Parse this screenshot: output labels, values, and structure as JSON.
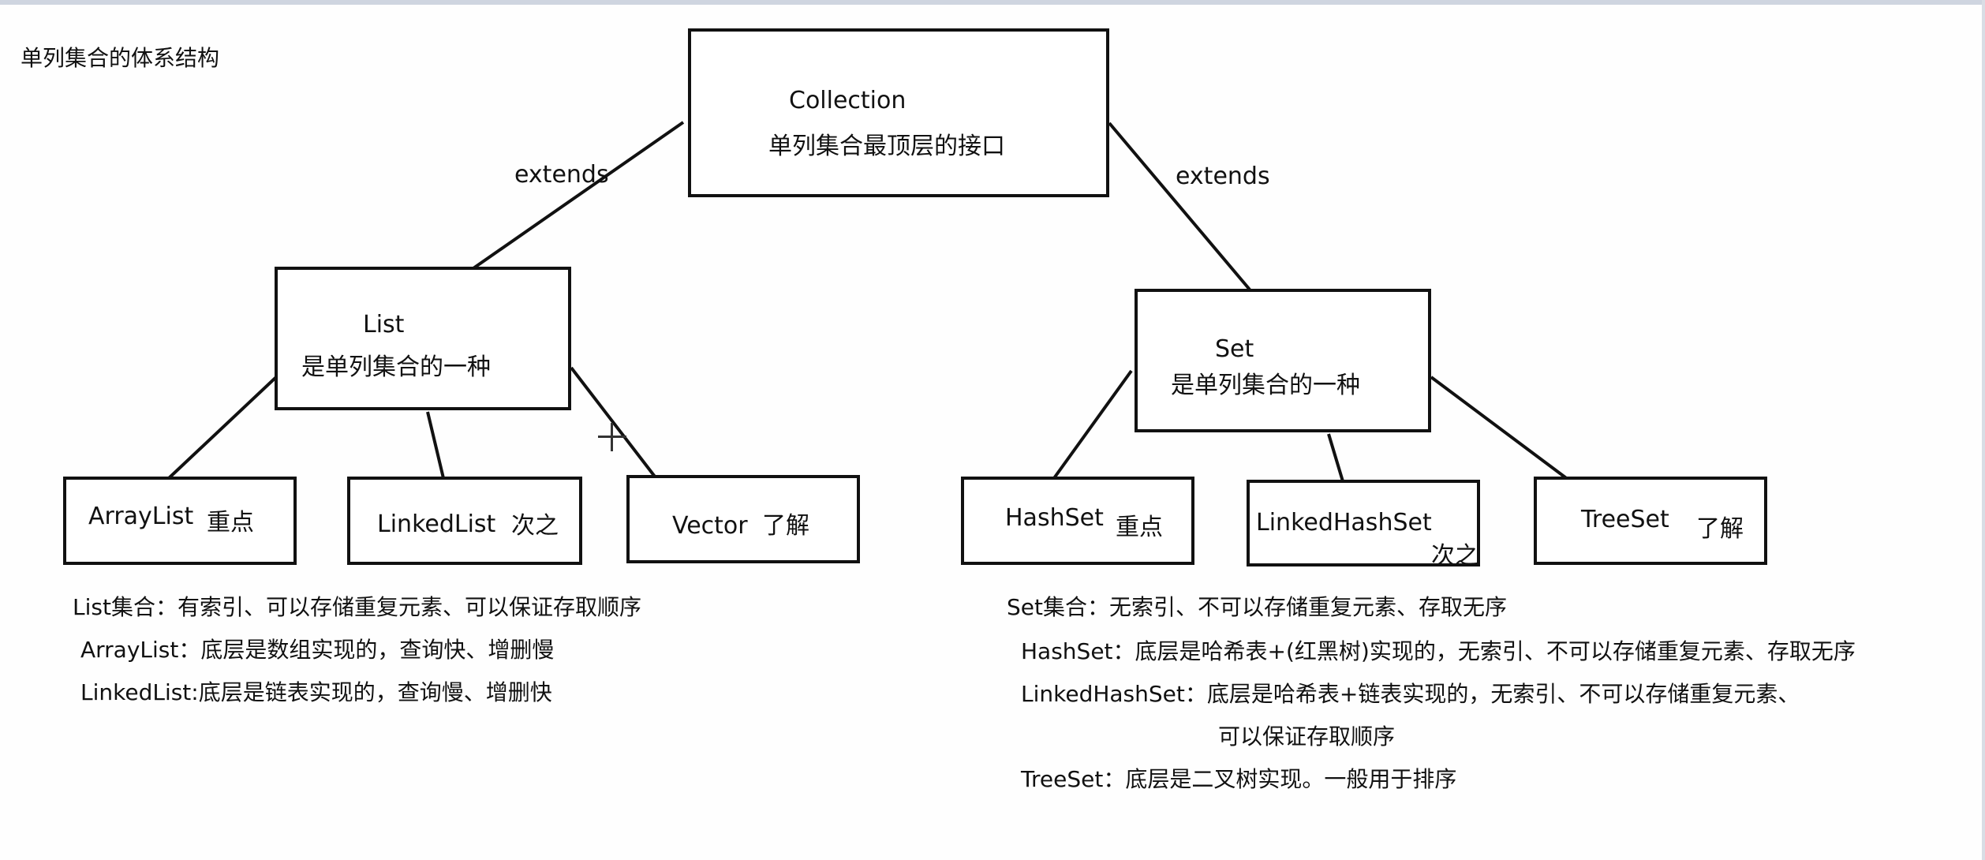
{
  "title": "单列集合的体系结构",
  "edge_labels": {
    "left": "extends",
    "right": "extends"
  },
  "nodes": {
    "collection": {
      "name": "Collection",
      "desc": "单列集合最顶层的接口"
    },
    "list": {
      "name": "List",
      "desc": "是单列集合的一种"
    },
    "set": {
      "name": "Set",
      "desc": "是单列集合的一种"
    },
    "arraylist": {
      "name": "ArrayList",
      "tag": "重点"
    },
    "linkedlist": {
      "name": "LinkedList",
      "tag": "次之"
    },
    "vector": {
      "name": "Vector",
      "tag": "了解"
    },
    "hashset": {
      "name": "HashSet",
      "tag": "重点"
    },
    "linkedhashset": {
      "name": "LinkedHashSet",
      "tag": "次之"
    },
    "treeset": {
      "name": "TreeSet",
      "tag": "了解"
    }
  },
  "notes_left": [
    "List集合：有索引、可以存储重复元素、可以保证存取顺序",
    "ArrayList：底层是数组实现的，查询快、增删慢",
    "LinkedList:底层是链表实现的，查询慢、增删快"
  ],
  "notes_right": [
    "Set集合：无索引、不可以存储重复元素、存取无序",
    "HashSet：底层是哈希表+(红黑树)实现的，无索引、不可以存储重复元素、存取无序",
    "LinkedHashSet：底层是哈希表+链表实现的，无索引、不可以存储重复元素、",
    "可以保证存取顺序",
    "TreeSet：底层是二叉树实现。一般用于排序"
  ]
}
